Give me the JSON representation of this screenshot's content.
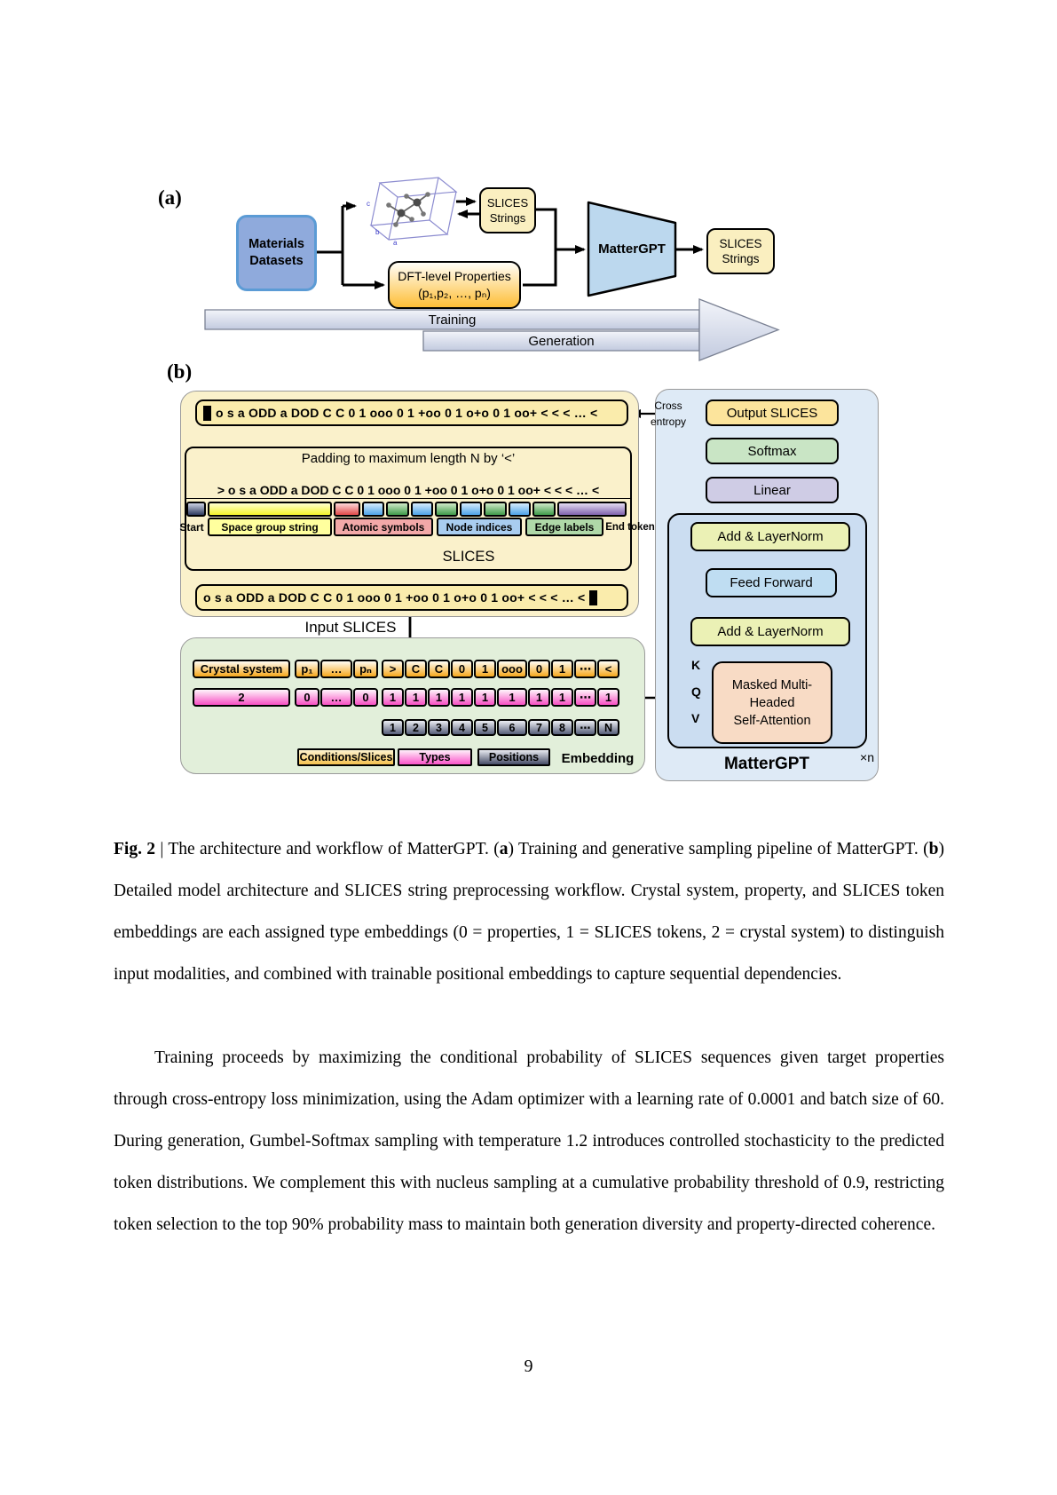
{
  "colors": {
    "materials_fill": "#8FAADC",
    "materials_border": "#5B9BD5",
    "slices_box_fill": "#FAEFC0",
    "dft_fill_bottom": "#FEBE36",
    "mattergpt_trapezoid_fill": "#BCD8EE",
    "yellow_panel": "#FAF1CB",
    "green_panel": "#E2EFDA",
    "blue_panel": "#DEEAF6",
    "inner_blue": "#CBDDF1",
    "attention_fill": "#F8DBC5",
    "add_norm_fill": "#EBF1B5",
    "feed_forward_fill": "#BFDDF2",
    "softmax_fill": "#C9E5C5",
    "linear_fill": "#CFCCE5",
    "output_fill": "#FCE49C"
  },
  "figure": {
    "panel_a": {
      "label": "(a)",
      "materials_lines": [
        "Materials",
        "Datasets"
      ],
      "slices_top_lines": [
        "SLICES",
        "Strings"
      ],
      "dft_lines": [
        "DFT-level Properties",
        "(p₁,p₂, …, pₙ)"
      ],
      "mattergpt": "MatterGPT",
      "slices_right_lines": [
        "SLICES",
        "Strings"
      ],
      "training": "Training",
      "generation": "Generation"
    },
    "panel_b": {
      "label": "(b)",
      "output_string": "o s a ODD a DOD C C 0 1 ooo 0 1 +oo 0 1 o+o 0 1 oo+ < < < … <",
      "padding_note": "Padding to maximum length N by ‘<’",
      "token_string": "> o s a ODD a DOD C C 0 1 ooo 0 1 +oo 0 1 o+o 0 1 oo+ < < < … <",
      "token_colors": [
        "c-start",
        "c-sg",
        "c-atom",
        "c-node",
        "c-edge",
        "c-node",
        "c-edge",
        "c-node",
        "c-edge",
        "c-node",
        "c-edge",
        "c-end"
      ],
      "labels": {
        "start": "Start",
        "sg": "Space group string",
        "atom": "Atomic symbols",
        "node": "Node indices",
        "edge": "Edge labels",
        "end": "End token"
      },
      "slices_label": "SLICES",
      "input_string": "o s a ODD a DOD C C 0 1 ooo 0 1 +oo 0 1 o+o 0 1 oo+ < < < … <",
      "input_slices_label": "Input SLICES",
      "cross_entropy_lines": [
        "Cross",
        "entropy"
      ],
      "embed": {
        "row1": {
          "g1": [
            "Crystal system"
          ],
          "g2": [
            "p₁",
            "…",
            "pₙ"
          ],
          "g3": [
            ">",
            "C",
            "C",
            "0",
            "1",
            "ooo",
            "0",
            "1",
            "⋯",
            "<"
          ]
        },
        "row2": {
          "g1": [
            "2"
          ],
          "g2": [
            "0",
            "…",
            "0"
          ],
          "g3": [
            "1",
            "1",
            "1",
            "1",
            "1",
            "1",
            "1",
            "1",
            "⋯",
            "1"
          ]
        },
        "row3": {
          "g3": [
            "1",
            "2",
            "3",
            "4",
            "5",
            "6",
            "7",
            "8",
            "⋯",
            "N"
          ]
        },
        "legend": {
          "conditions": "Conditions/Slices",
          "types": "Types",
          "positions": "Positions",
          "embedding": "Embedding"
        }
      },
      "gpt": {
        "output_slices": "Output SLICES",
        "softmax": "Softmax",
        "linear": "Linear",
        "add_norm_1": "Add & LayerNorm",
        "feed_forward": "Feed Forward",
        "add_norm_2": "Add & LayerNorm",
        "attention_lines": [
          "Masked Multi-",
          "Headed",
          "Self-Attention"
        ],
        "kqv": [
          "K",
          "Q",
          "V"
        ],
        "xn": "×n",
        "title": "MatterGPT"
      }
    }
  },
  "caption": {
    "fig": "Fig. 2",
    "t1": " | The architecture and workflow of MatterGPT. (",
    "a": "a",
    "t2": ") Training and generative sampling pipeline of MatterGPT. (",
    "b": "b",
    "t3": ") Detailed model architecture and SLICES string preprocessing workflow. Crystal system, property, and SLICES token embeddings are each assigned type embeddings (0 = properties, 1 = SLICES tokens, 2 = crystal system) to distinguish input modalities, and combined with trainable positional embeddings to capture sequential dependencies."
  },
  "body": {
    "text": "Training proceeds by maximizing the conditional probability of SLICES sequences given target properties through cross-entropy loss minimization, using the Adam optimizer with a learning rate of 0.0001 and batch size of 60. During generation, Gumbel-Softmax sampling with temperature 1.2 introduces controlled stochasticity to the predicted token distributions. We complement this with nucleus sampling at a cumulative probability threshold of 0.9, restricting token selection to the top 90% probability mass to maintain both generation diversity and property-directed coherence."
  },
  "page_number": "9"
}
